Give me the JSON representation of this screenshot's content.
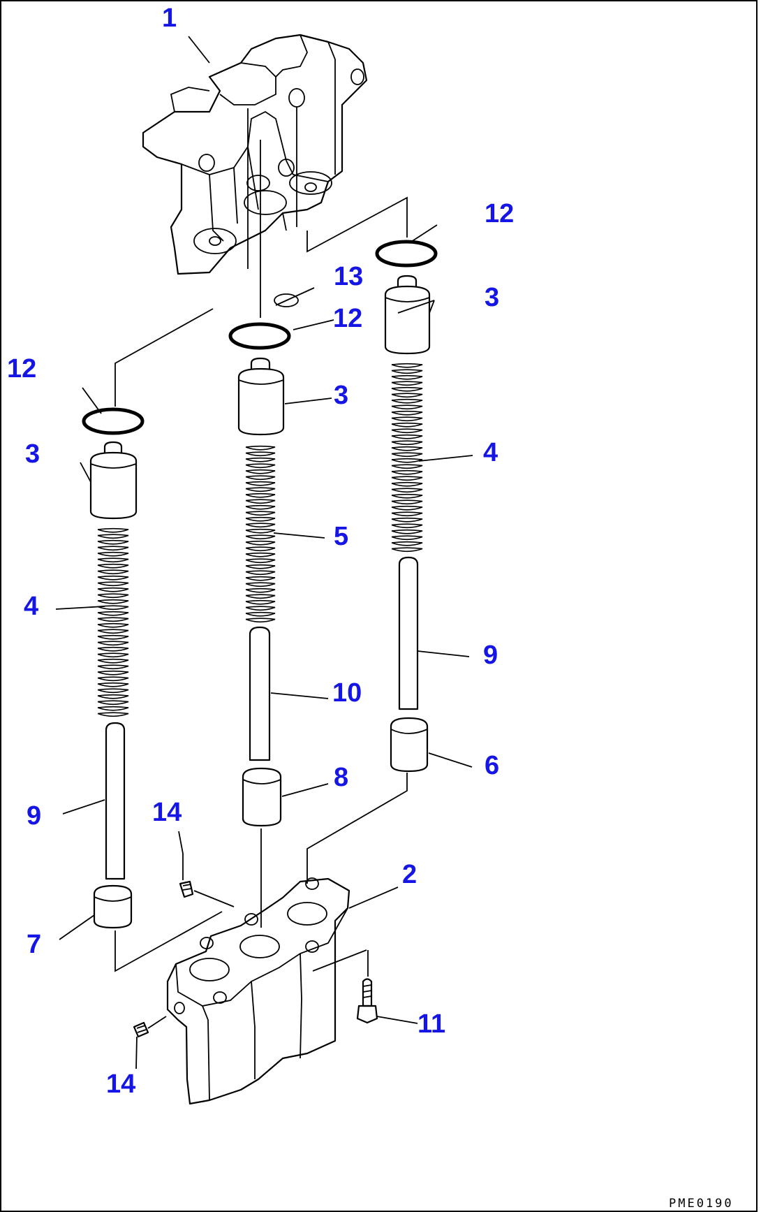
{
  "diagram": {
    "label_color": "#1515e6",
    "line_color": "#000000",
    "drawing_code": "PME0190",
    "callouts": [
      {
        "id": "c1",
        "text": "1"
      },
      {
        "id": "c12a",
        "text": "12"
      },
      {
        "id": "c12b",
        "text": "12"
      },
      {
        "id": "c12c",
        "text": "12"
      },
      {
        "id": "c13",
        "text": "13"
      },
      {
        "id": "c3a",
        "text": "3"
      },
      {
        "id": "c3b",
        "text": "3"
      },
      {
        "id": "c3c",
        "text": "3"
      },
      {
        "id": "c4a",
        "text": "4"
      },
      {
        "id": "c4b",
        "text": "4"
      },
      {
        "id": "c5",
        "text": "5"
      },
      {
        "id": "c9a",
        "text": "9"
      },
      {
        "id": "c9b",
        "text": "9"
      },
      {
        "id": "c10",
        "text": "10"
      },
      {
        "id": "c6",
        "text": "6"
      },
      {
        "id": "c8",
        "text": "8"
      },
      {
        "id": "c14a",
        "text": "14"
      },
      {
        "id": "c14b",
        "text": "14"
      },
      {
        "id": "c2",
        "text": "2"
      },
      {
        "id": "c7",
        "text": "7"
      },
      {
        "id": "c11",
        "text": "11"
      }
    ]
  }
}
